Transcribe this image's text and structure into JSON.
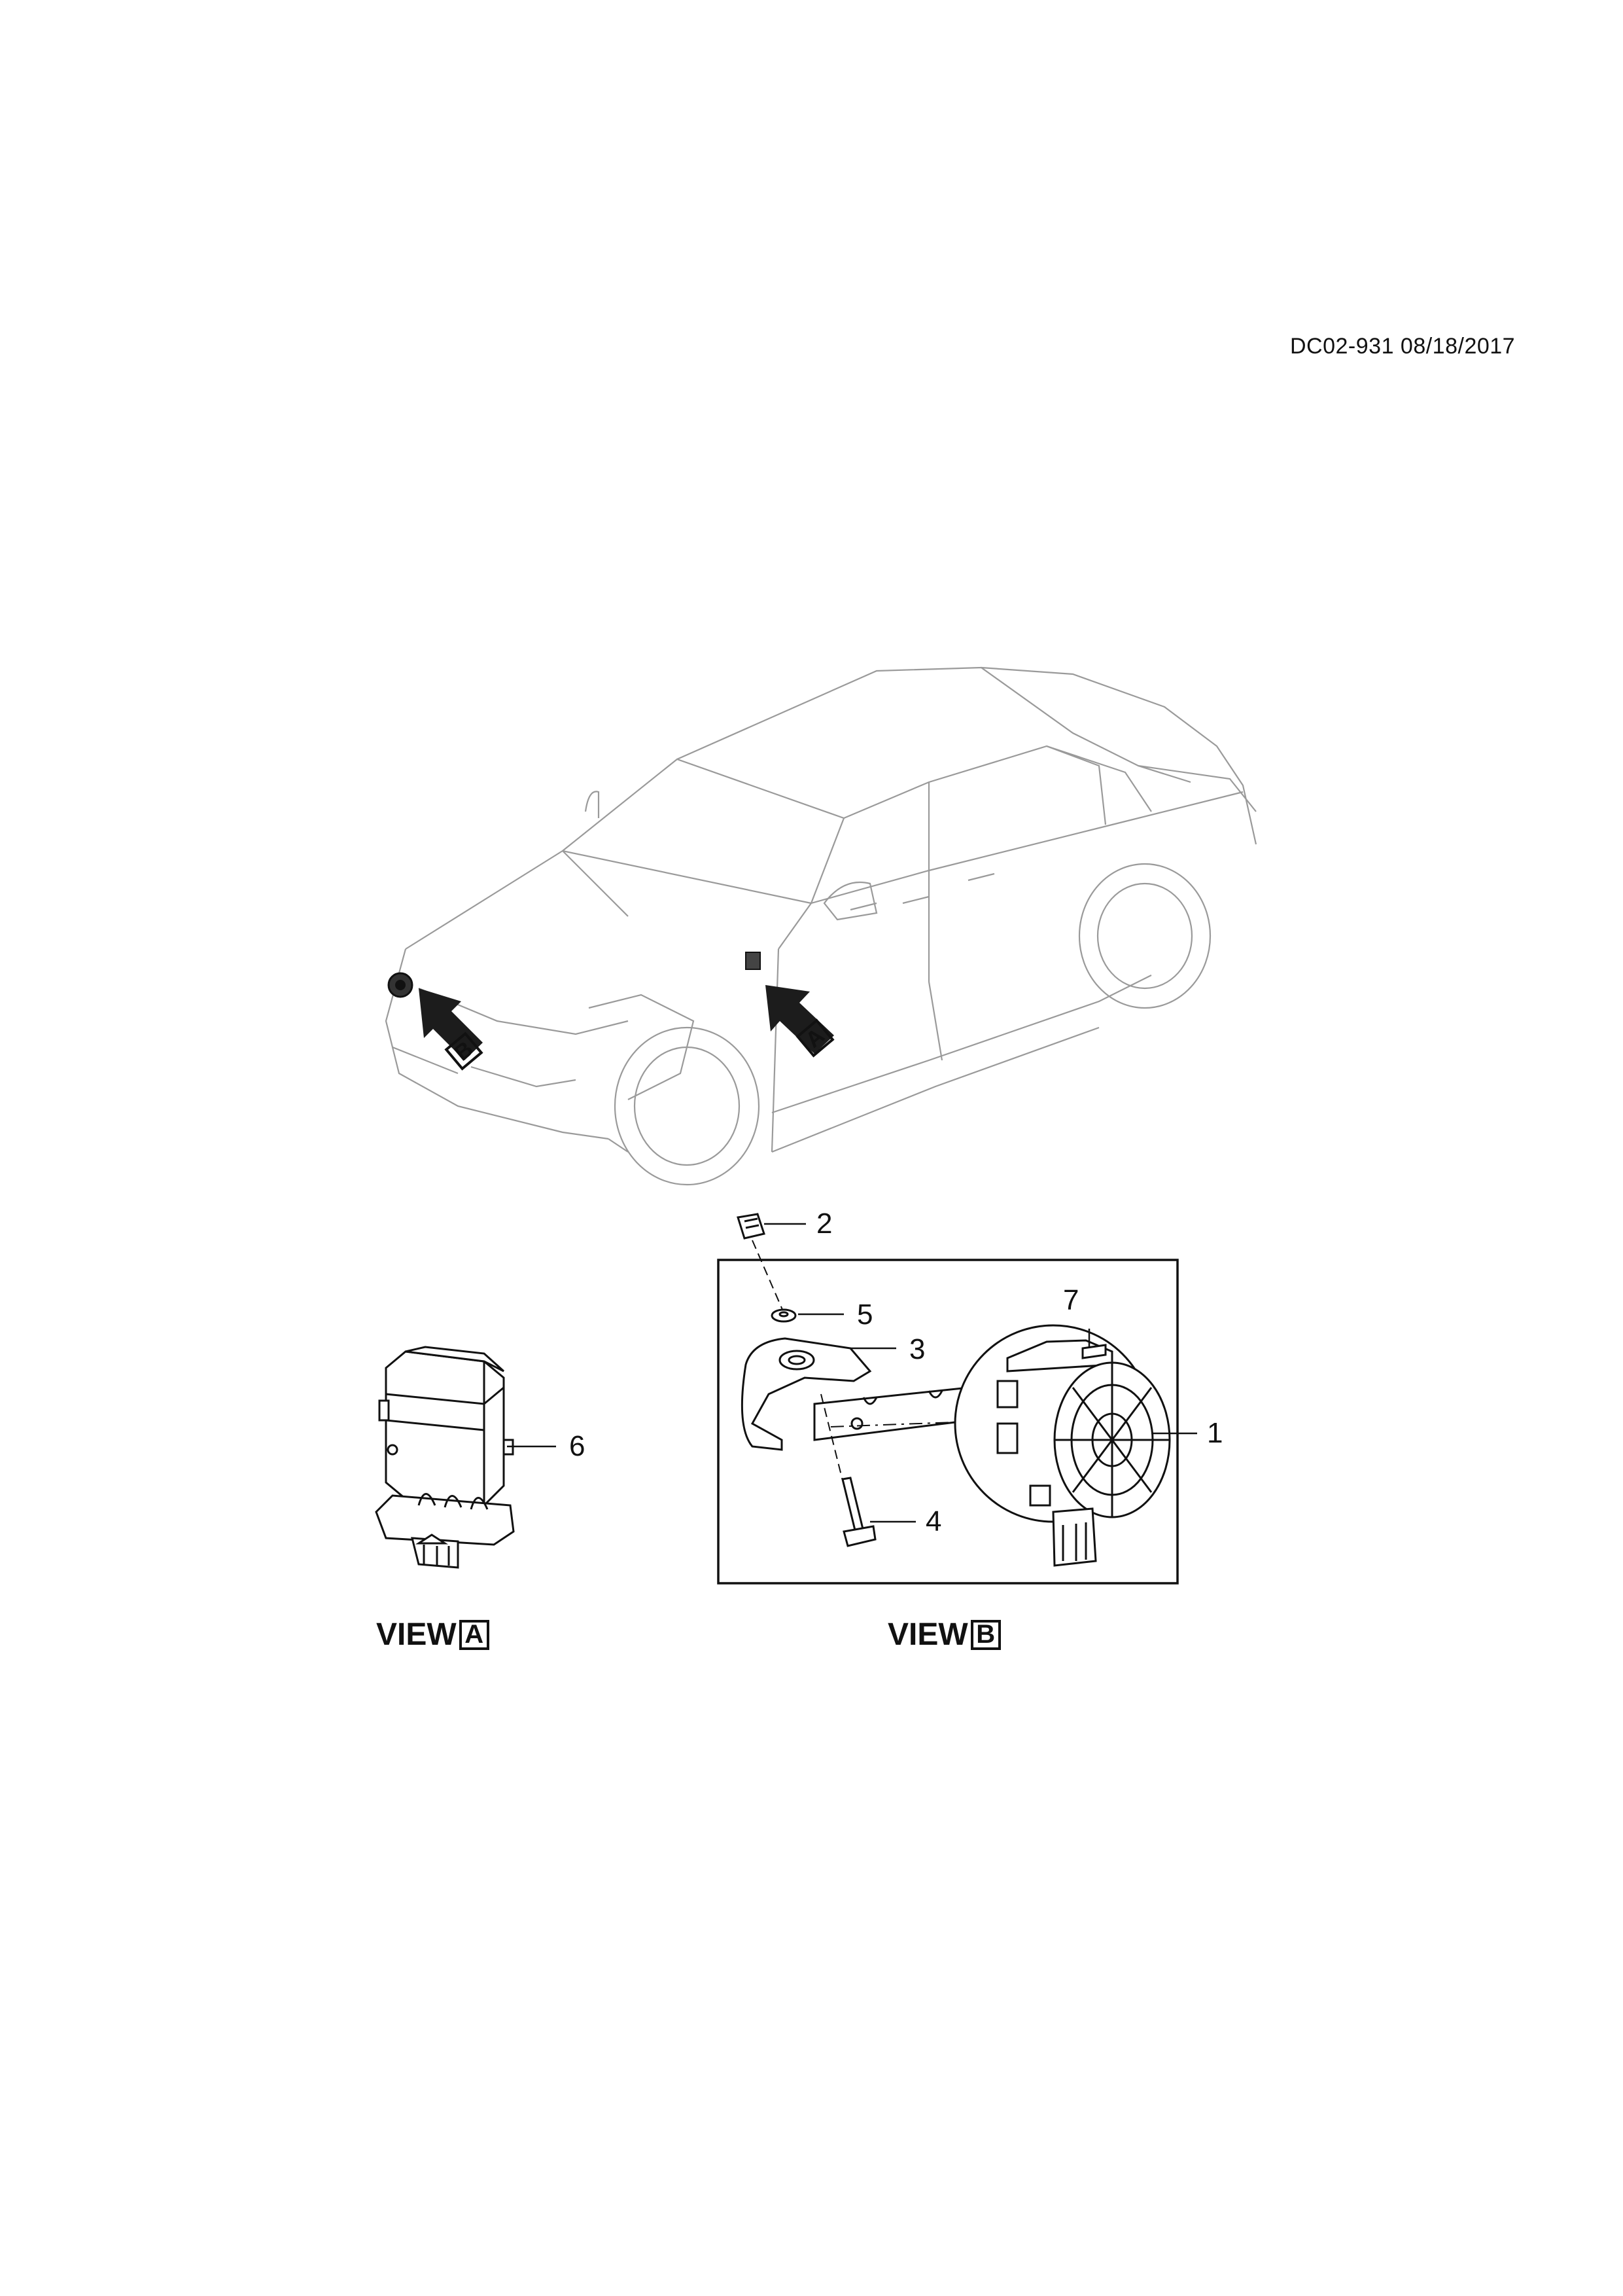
{
  "doc_id": "DC02-931 08/18/2017",
  "views": {
    "a": {
      "word": "VIEW",
      "letter": "A"
    },
    "b": {
      "word": "VIEW",
      "letter": "B"
    }
  },
  "car_markers": {
    "a": "A",
    "b": "B"
  },
  "callouts": [
    "1",
    "2",
    "3",
    "4",
    "5",
    "6",
    "7"
  ]
}
